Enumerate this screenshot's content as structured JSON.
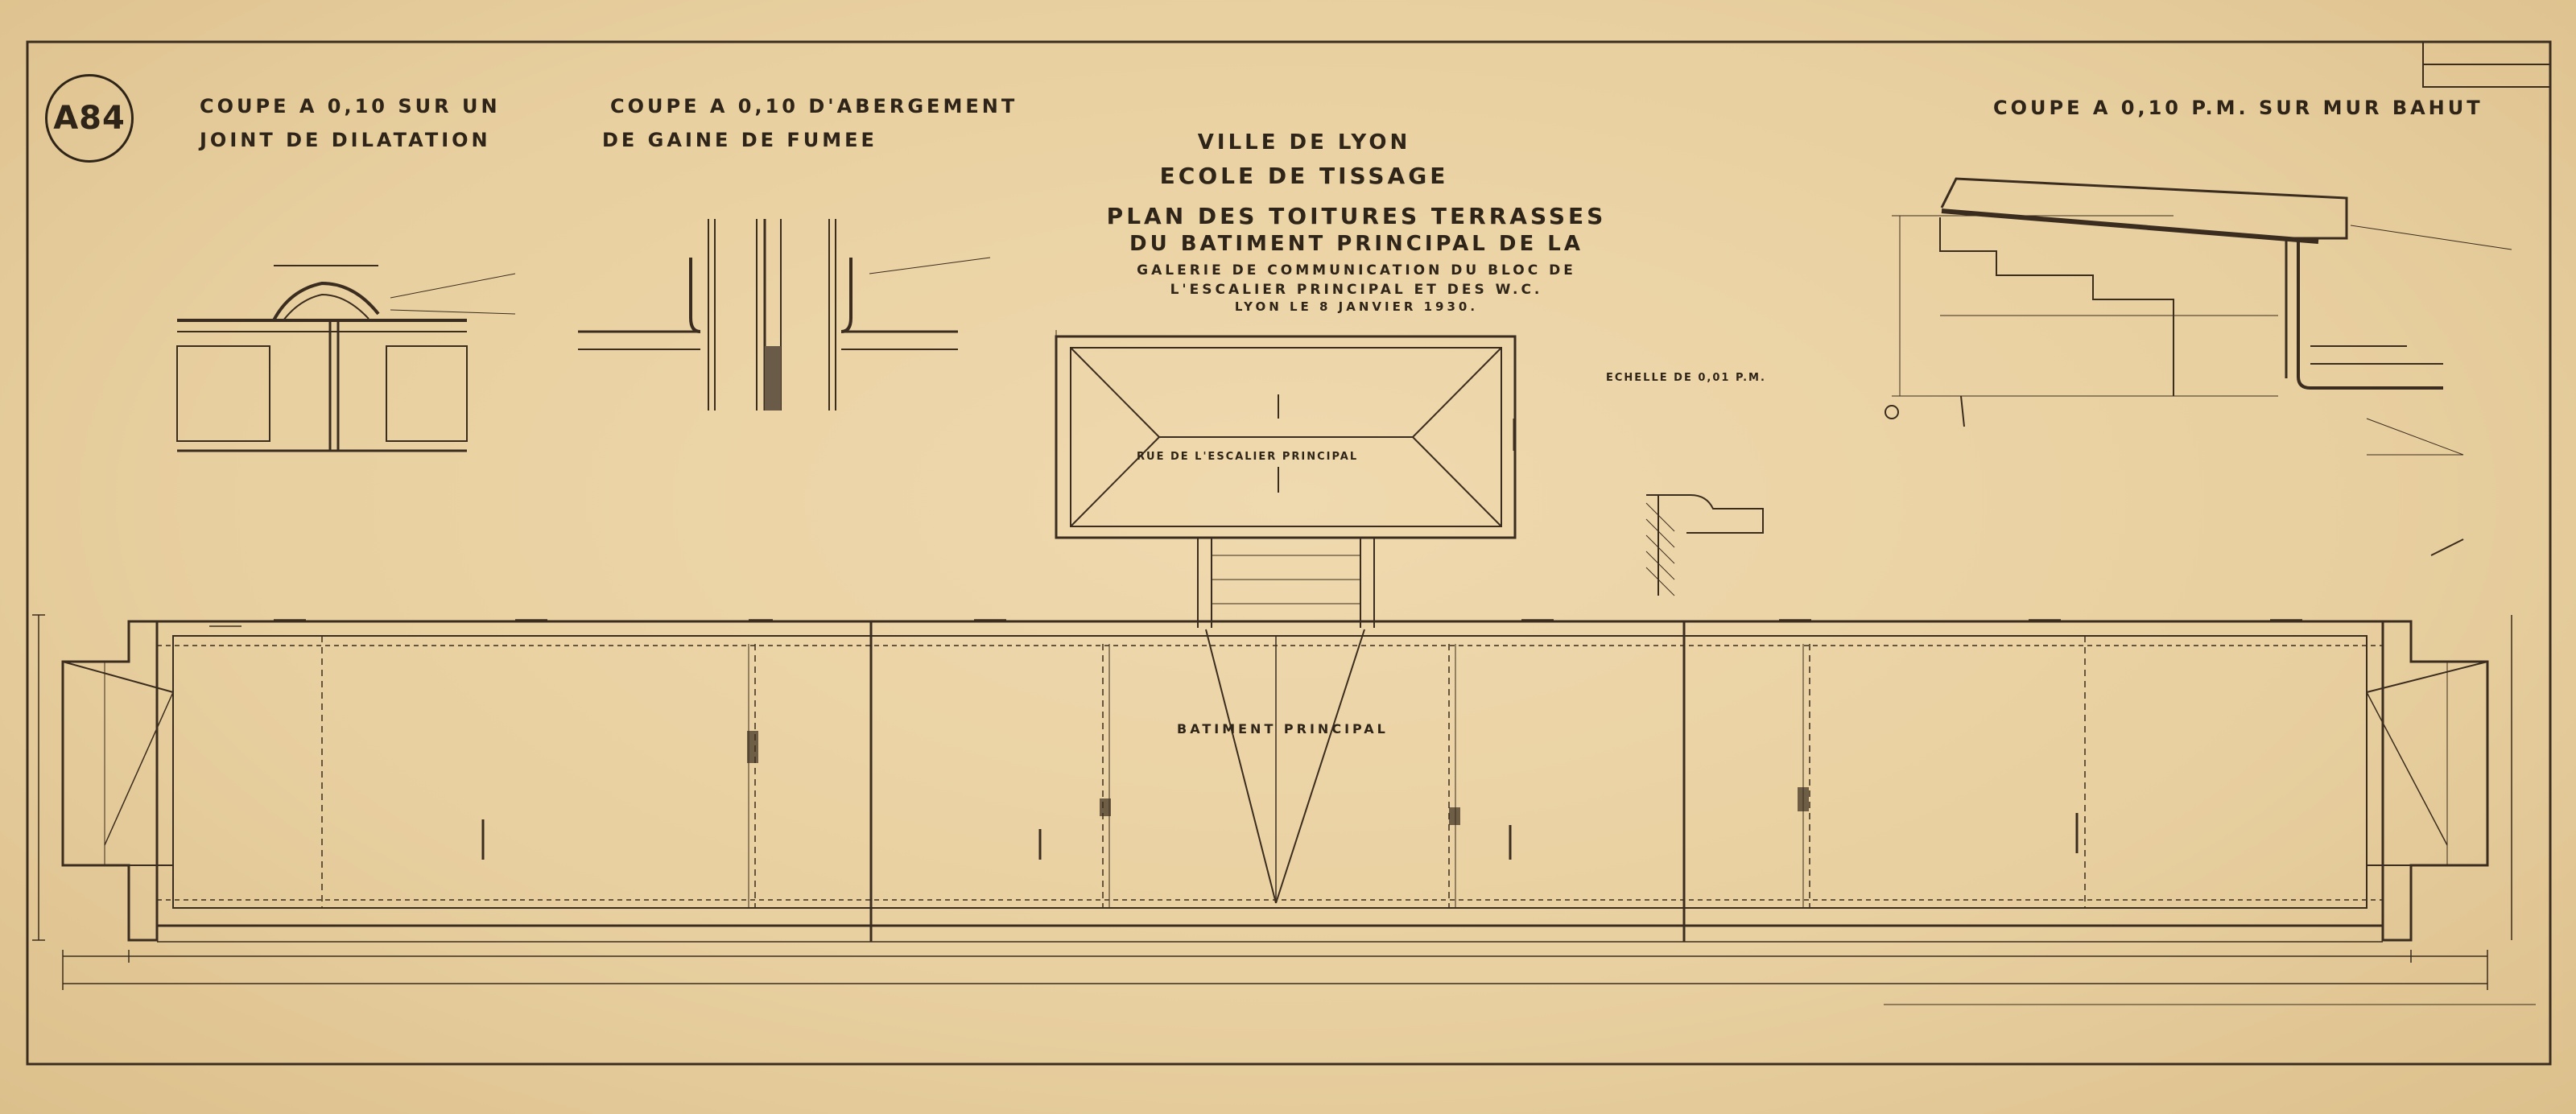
{
  "sheet_number": "A84",
  "title_block": {
    "city": "VILLE DE LYON",
    "school": "ECOLE DE TISSAGE",
    "plan_title": "PLAN DES TOITURES TERRASSES",
    "line_1": "DU BATIMENT PRINCIPAL DE LA",
    "line_2": "GALERIE DE COMMUNICATION DU BLOC DE",
    "line_3": "L'ESCALIER PRINCIPAL ET DES W.C.",
    "date_line": "LYON LE 8 JANVIER 1930."
  },
  "sections": {
    "expansion_joint_l1": "COUPE A 0,10 SUR UN",
    "expansion_joint_l2": "JOINT DE DILATATION",
    "flashing_l1": "COUPE A 0,10 D'ABERGEMENT",
    "flashing_l2": "DE GAINE DE FUMEE",
    "parapet": "COUPE A 0,10 P.M. SUR MUR BAHUT"
  },
  "labels": {
    "main_building": "BATIMENT PRINCIPAL",
    "stair_roof": "RUE DE L'ESCALIER PRINCIPAL",
    "scale": "ECHELLE DE 0,01 P.M."
  },
  "colors": {
    "paper": "#ead2a4",
    "ink": "#2e2418"
  }
}
